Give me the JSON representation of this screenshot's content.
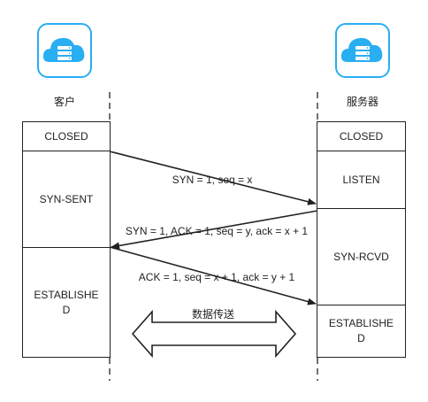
{
  "client": {
    "icon": "cloud-server-icon",
    "label": "客户",
    "states": [
      "CLOSED",
      "SYN-SENT",
      "ESTABLISHE\nD"
    ]
  },
  "server": {
    "icon": "cloud-server-icon",
    "label": "服务器",
    "states": [
      "CLOSED",
      "LISTEN",
      "SYN-RCVD",
      "ESTABLISHE\nD"
    ]
  },
  "messages": [
    "SYN = 1, seq = x",
    "SYN = 1, ACK = 1, seq = y, ack = x + 1",
    "ACK = 1, seq = x + 1, ack = y + 1"
  ],
  "data_transfer": "数据传送",
  "colors": {
    "icon_blue": "#29aef2",
    "line": "#222222"
  }
}
